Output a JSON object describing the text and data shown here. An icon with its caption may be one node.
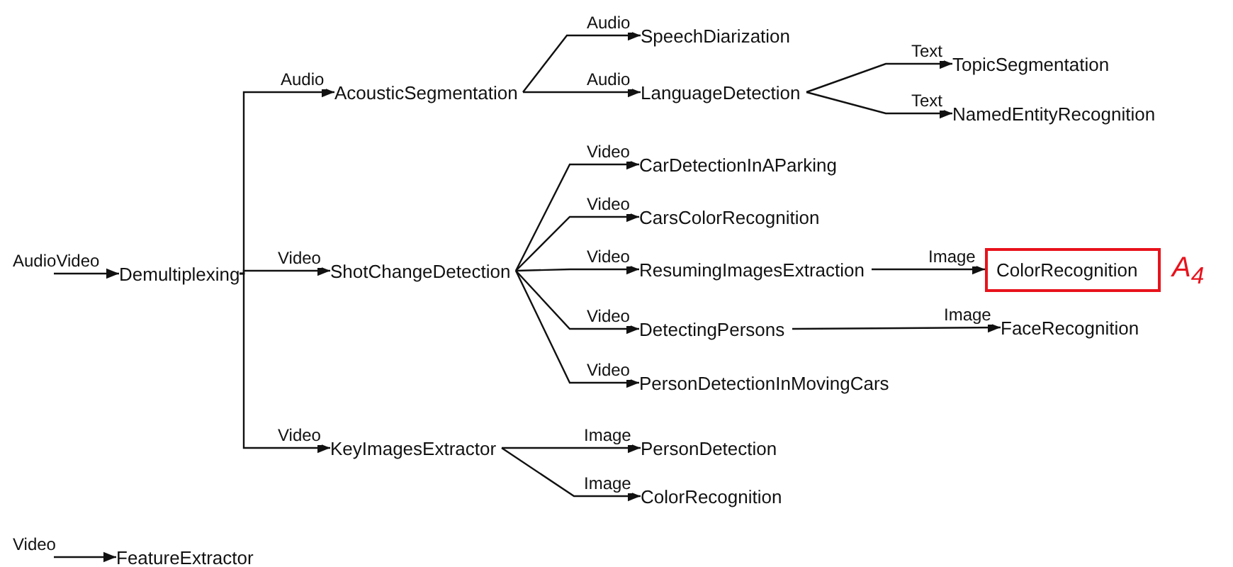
{
  "diagram": {
    "nodes": [
      {
        "text": [
          "Demultiplexing"
        ]
      },
      {
        "text": [
          "AcousticSegmentation"
        ]
      },
      {
        "text": [
          "SpeechDiarization"
        ]
      },
      {
        "text": [
          "LanguageDetection"
        ]
      },
      {
        "text": [
          "TopicSegmentation"
        ]
      },
      {
        "text": [
          "NamedEntityRecognition"
        ]
      },
      {
        "text": [
          "ShotChangeDetection"
        ]
      },
      {
        "text": [
          "CarDetectionInAParking"
        ]
      },
      {
        "text": [
          "CarsColorRecognition"
        ]
      },
      {
        "text": [
          "ResumingImagesExtraction"
        ]
      },
      {
        "text": [
          "ColorRecognition"
        ],
        "beside": [
          "A$_{4}$"
        ]
      },
      {
        "text": [
          "DetectingPersons"
        ]
      },
      {
        "text": [
          "FaceRecognition"
        ]
      },
      {
        "text": [
          "PersonDetectionInMovingCars"
        ]
      },
      {
        "text": [
          "KeyImagesExtractor"
        ]
      },
      {
        "text": [
          "PersonDetection"
        ]
      },
      {
        "text": [
          "ColorRecognition"
        ]
      },
      {
        "text": [
          "FeatureExtractor"
        ]
      }
    ],
    "edges": [
      {
        "from": null,
        "to": 0,
        "arrow": "to",
        "label": "AudioVideo"
      },
      {
        "from": 0,
        "to": 1,
        "arrow": "to",
        "label": "Audio"
      },
      {
        "from": 1,
        "to": 2,
        "arrow": "to",
        "label": "Audio"
      },
      {
        "from": 1,
        "to": 3,
        "arrow": "to",
        "label": "Audio"
      },
      {
        "from": 3,
        "to": 4,
        "arrow": "to",
        "label": "Text"
      },
      {
        "from": 3,
        "to": 5,
        "arrow": "to",
        "label": "Text"
      },
      {
        "from": 0,
        "to": 6,
        "arrow": "to",
        "label": "Video"
      },
      {
        "from": 6,
        "to": 7,
        "arrow": "to",
        "label": "Video"
      },
      {
        "from": 6,
        "to": 8,
        "arrow": "to",
        "label": "Video"
      },
      {
        "from": 6,
        "to": 9,
        "arrow": "to",
        "label": "Video"
      },
      {
        "from": 9,
        "to": 10,
        "arrow": "to",
        "label": "Image"
      },
      {
        "from": 6,
        "to": 11,
        "arrow": "to",
        "label": "Video"
      },
      {
        "from": 11,
        "to": 12,
        "arrow": "to",
        "label": "Image"
      },
      {
        "from": 6,
        "to": 13,
        "arrow": "to",
        "label": "Video"
      },
      {
        "from": 0,
        "to": 14,
        "arrow": "to",
        "label": "Video"
      },
      {
        "from": 14,
        "to": 15,
        "arrow": "to",
        "label": "Image"
      },
      {
        "from": 14,
        "to": 16,
        "arrow": "to",
        "label": "Image"
      },
      {
        "from": null,
        "to": 17,
        "arrow": "to",
        "label": "Video"
      }
    ]
  }
}
